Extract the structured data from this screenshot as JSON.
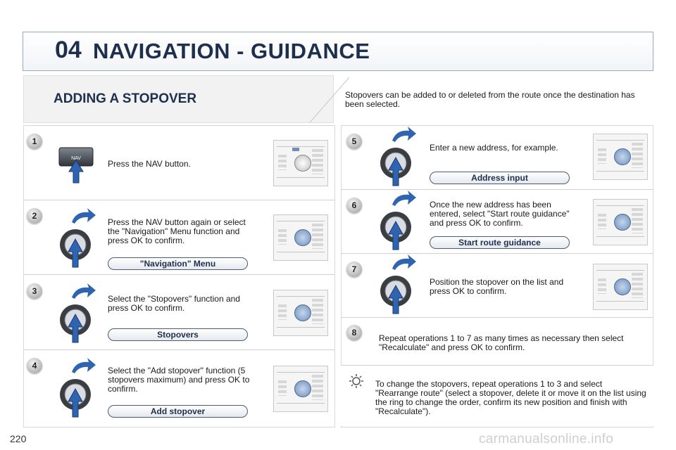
{
  "header": {
    "chapter": "04",
    "title": "NAVIGATION - GUIDANCE"
  },
  "intro": {
    "title": "ADDING A STOPOVER",
    "text": "Stopovers can be added to or deleted from the route once the destination has been selected."
  },
  "nav_button_label": "NAV",
  "left_steps": [
    {
      "num": "1",
      "text": "Press the NAV button.",
      "pill": ""
    },
    {
      "num": "2",
      "text": "Press the NAV button again or select the \"Navigation\" Menu function and press OK to confirm.",
      "pill": "\"Navigation\" Menu"
    },
    {
      "num": "3",
      "text": "Select the \"Stopovers\" function and press OK to confirm.",
      "pill": "Stopovers"
    },
    {
      "num": "4",
      "text": "Select the \"Add stopover\" function (5 stopovers maximum) and press OK to confirm.",
      "pill": "Add stopover"
    }
  ],
  "right_steps": [
    {
      "num": "5",
      "text": "Enter a new address, for example.",
      "pill": "Address input"
    },
    {
      "num": "6",
      "text": "Once the new address has been entered, select \"Start route guidance\" and press OK to confirm.",
      "pill": "Start route guidance"
    },
    {
      "num": "7",
      "text": "Position the stopover on the list and press OK to confirm.",
      "pill": ""
    },
    {
      "num": "8",
      "text": "Repeat operations 1 to 7 as many times as necessary then select \"Recalculate\" and press OK to confirm.",
      "pill": ""
    }
  ],
  "tip": {
    "icon": "sun-tip-icon",
    "text": "To change the stopovers, repeat operations 1 to 3 and select \"Rearrange route\" (select a stopover, delete it or move it on the list using the ring to change the order, confirm its new position and finish with \"Recalculate\")."
  },
  "page_number": "220",
  "watermark": "carmanualsonline.info",
  "colors": {
    "heading": "#1e2f4d",
    "accent_blue": "#2f64b1",
    "panel_bg": "#f2f2f2"
  }
}
